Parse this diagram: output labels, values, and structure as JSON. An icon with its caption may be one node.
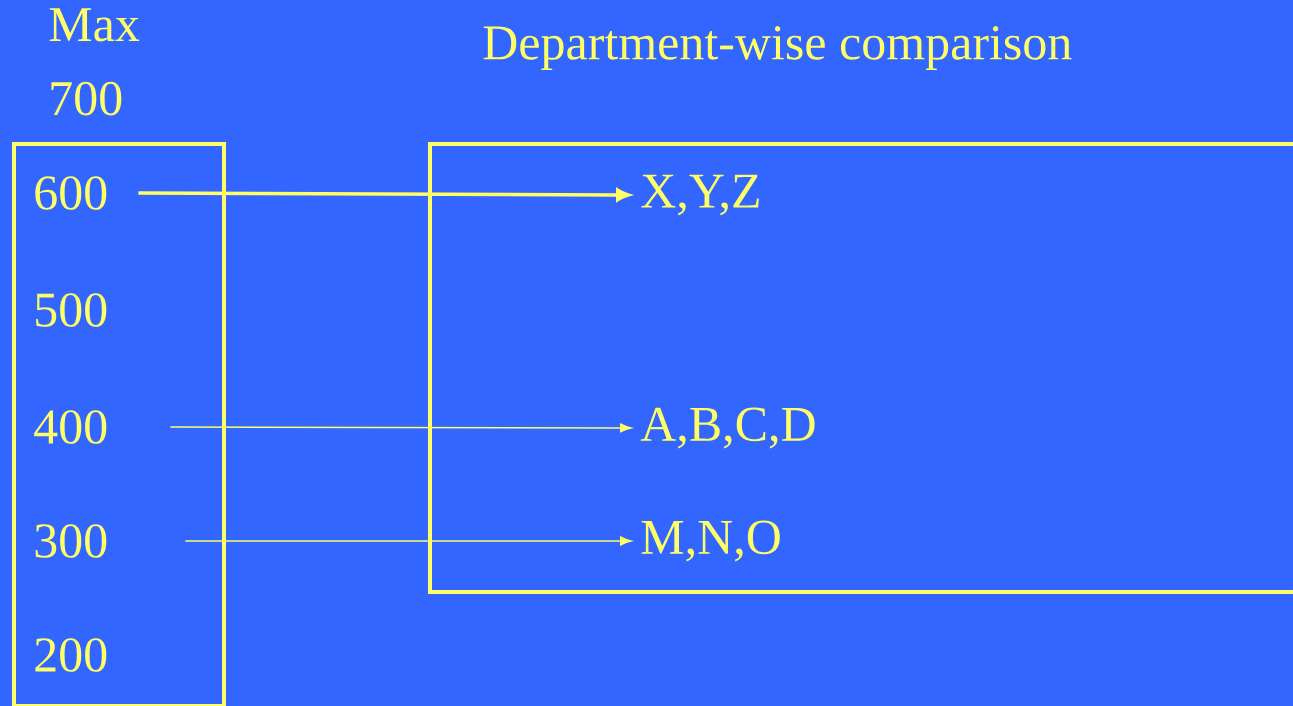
{
  "diagram": {
    "title": "Department-wise comparison",
    "nodes": [
      {
        "text": [],
        "shape": "box"
      },
      {
        "text": [
          "600"
        ],
        "in": 0
      },
      {
        "text": [
          "500"
        ],
        "in": 0
      },
      {
        "text": [
          "400"
        ],
        "in": 0
      },
      {
        "text": [
          "300"
        ],
        "in": 0
      },
      {
        "text": [
          "200"
        ],
        "in": 0
      },
      {
        "text": [],
        "shape": "box"
      },
      {
        "text": [
          "X,Y,Z"
        ],
        "in": 6
      },
      {
        "text": [
          "A,B,C,D"
        ],
        "in": 6
      },
      {
        "text": [
          "M,N,O"
        ],
        "in": 6
      }
    ],
    "edges": [
      {
        "from": 1,
        "to": 7,
        "arrow": "to",
        "style": "thick"
      },
      {
        "from": 3,
        "to": 8,
        "arrow": "to"
      },
      {
        "from": 4,
        "to": 9,
        "arrow": "to"
      }
    ],
    "labels": [
      "Max 700"
    ]
  }
}
